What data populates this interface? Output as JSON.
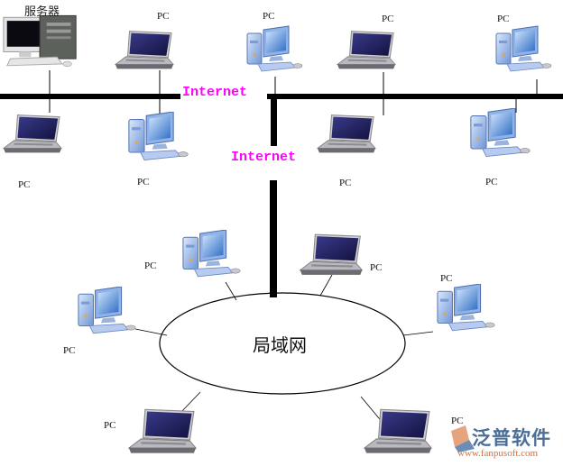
{
  "server_label": "服务器",
  "pc_label": "PC",
  "internet_label": "Internet",
  "lan_label": "局域网",
  "colors": {
    "internet": "#ff00ff",
    "bus": "#000000"
  },
  "logo": {
    "name": "泛普软件",
    "url": "www.fanpusoft.com"
  }
}
